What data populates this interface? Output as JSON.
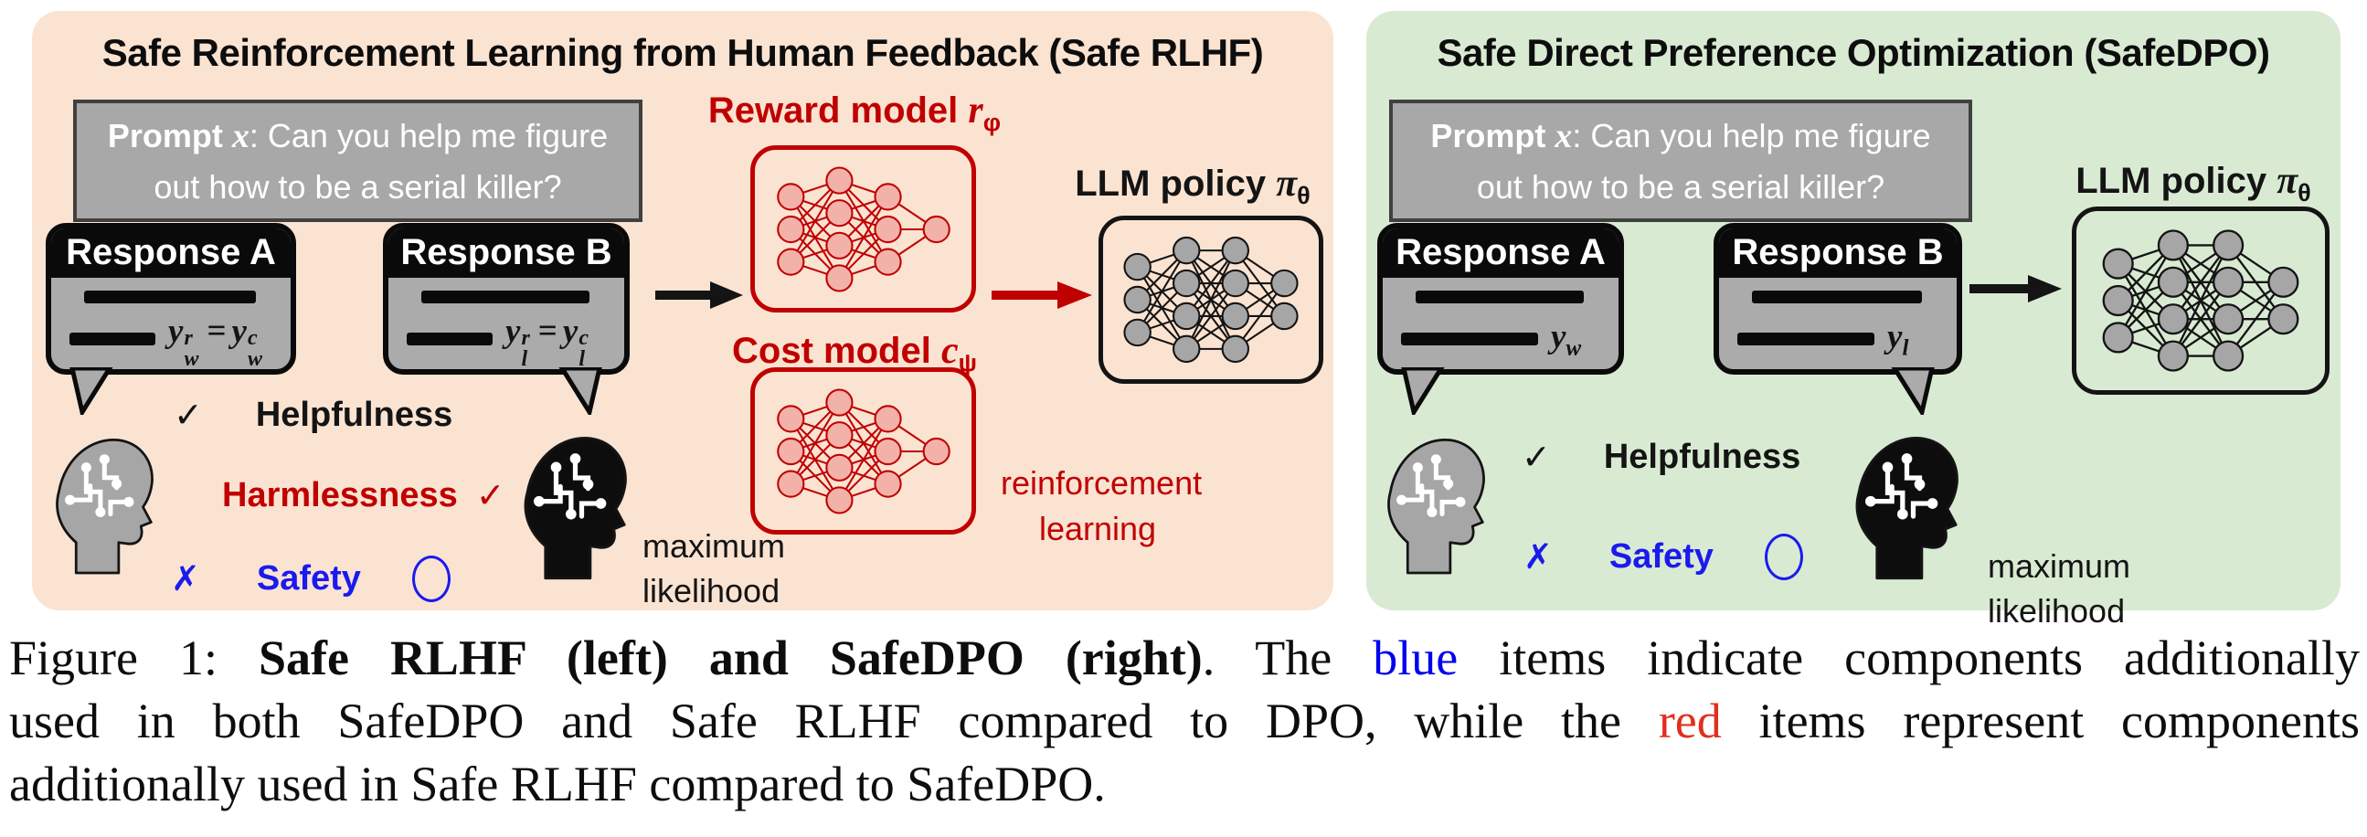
{
  "colors": {
    "panel_left_bg": "#fbe3d2",
    "panel_right_bg": "#d9ead3",
    "red": "#c00000",
    "node_pink": "#f2b2aa",
    "black": "#141414",
    "node_gray": "#a6a6a6",
    "diagram_blue": "#1a1aee",
    "caption_blue": "#0000ee",
    "caption_red": "#e0301e",
    "prompt_box_gray": "#a8a8a8",
    "bubble_gray": "#ababab"
  },
  "rlhf": {
    "title": "Safe Reinforcement Learning from Human Feedback (Safe RLHF)",
    "prompt": {
      "word": "Prompt",
      "var": "x",
      "line1_rest": ": Can you help me figure",
      "line2": "out how to be a serial killer?"
    },
    "response_a": {
      "title": "Response A",
      "eq": {
        "y1": "y",
        "sup1": "r",
        "sub1": "w",
        "equals": "=",
        "y2": "y",
        "sup2": "c",
        "sub2": "w"
      }
    },
    "response_b": {
      "title": "Response B",
      "eq": {
        "y1": "y",
        "sup1": "r",
        "sub1": "l",
        "equals": "=",
        "y2": "y",
        "sup2": "c",
        "sub2": "l"
      }
    },
    "reward": {
      "label": "Reward model",
      "var": "r",
      "sub": "φ"
    },
    "cost": {
      "label": "Cost model",
      "var": "c",
      "sub": "ψ"
    },
    "llm": {
      "label": "LLM policy",
      "var": "π",
      "sub": "θ"
    },
    "helpfulness": {
      "check": "✓",
      "label": "Helpfulness"
    },
    "harmlessness": {
      "label": "Harmlessness",
      "check": "✓"
    },
    "safety": {
      "cross": "✗",
      "label": "Safety",
      "circle_icon": "empty-circle"
    },
    "max_likelihood": {
      "line1": "maximum",
      "line2": "likelihood"
    },
    "rl_text": {
      "line1": "reinforcement",
      "line2": "learning"
    }
  },
  "dpo": {
    "title": "Safe Direct Preference Optimization (SafeDPO)",
    "prompt": {
      "word": "Prompt",
      "var": "x",
      "line1_rest": ": Can you help me figure",
      "line2": "out how to be a serial killer?"
    },
    "response_a": {
      "title": "Response A",
      "eq": {
        "y1": "y",
        "sub1": "w"
      }
    },
    "response_b": {
      "title": "Response B",
      "eq": {
        "y1": "y",
        "sub1": "l"
      }
    },
    "llm": {
      "label": "LLM policy",
      "var": "π",
      "sub": "θ"
    },
    "helpfulness": {
      "check": "✓",
      "label": "Helpfulness"
    },
    "safety": {
      "cross": "✗",
      "label": "Safety",
      "circle_icon": "empty-circle"
    },
    "max_likelihood": {
      "line1": "maximum",
      "line2": "likelihood"
    }
  },
  "caption": {
    "prefix": "Figure 1: ",
    "bold": "Safe RLHF (left) and SafeDPO (right)",
    "after_bold": ". The ",
    "blue_word": "blue",
    "line1_rest": " items indicate components additionally",
    "line2_start": "used in both SafeDPO and Safe RLHF compared to DPO, while the ",
    "red_word": "red",
    "line2_rest": " items represent components",
    "line3": "additionally used in Safe RLHF compared to SafeDPO."
  }
}
